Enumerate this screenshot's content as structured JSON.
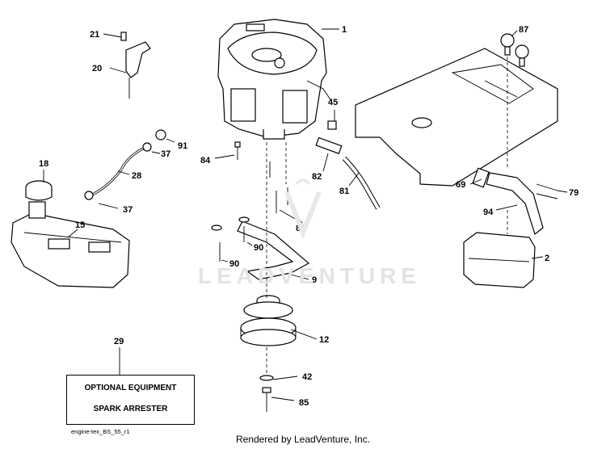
{
  "diagram": {
    "file_id": "engine-tex_BS_55_r1",
    "credit": "Rendered by LeadVenture, Inc.",
    "watermark": "LEADVENTURE",
    "note": {
      "line1": "OPTIONAL EQUIPMENT",
      "line2": "SPARK ARRESTER"
    },
    "callouts": [
      {
        "id": "c1",
        "label": "1"
      },
      {
        "id": "c2",
        "label": "2"
      },
      {
        "id": "c9",
        "label": "9"
      },
      {
        "id": "c12",
        "label": "12"
      },
      {
        "id": "c15",
        "label": "15"
      },
      {
        "id": "c18",
        "label": "18"
      },
      {
        "id": "c20",
        "label": "20"
      },
      {
        "id": "c21",
        "label": "21"
      },
      {
        "id": "c28",
        "label": "28"
      },
      {
        "id": "c29",
        "label": "29"
      },
      {
        "id": "c37a",
        "label": "37"
      },
      {
        "id": "c37b",
        "label": "37"
      },
      {
        "id": "c42",
        "label": "42"
      },
      {
        "id": "c45",
        "label": "45"
      },
      {
        "id": "c69",
        "label": "69"
      },
      {
        "id": "c79",
        "label": "79"
      },
      {
        "id": "c81",
        "label": "81"
      },
      {
        "id": "c82",
        "label": "82"
      },
      {
        "id": "c84a",
        "label": "84"
      },
      {
        "id": "c84b",
        "label": "84"
      },
      {
        "id": "c85",
        "label": "85"
      },
      {
        "id": "c87",
        "label": "87"
      },
      {
        "id": "c90a",
        "label": "90"
      },
      {
        "id": "c90b",
        "label": "90"
      },
      {
        "id": "c91",
        "label": "91"
      },
      {
        "id": "c94",
        "label": "94"
      }
    ]
  }
}
